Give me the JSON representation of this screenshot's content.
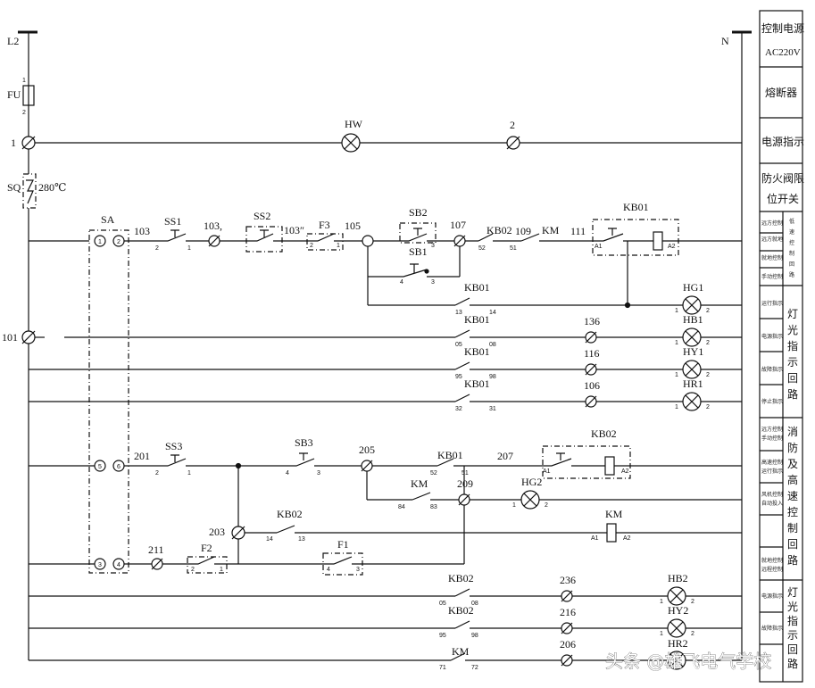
{
  "lines": {
    "left": "L2",
    "right": "N"
  },
  "fuse": {
    "name": "FU",
    "pin_top": "1",
    "pin_bottom": "2"
  },
  "nodes": {
    "n1": "1",
    "n2": "2",
    "n101": "101"
  },
  "indicator_hw": "HW",
  "sq": {
    "name": "SQ",
    "temp": "280℃"
  },
  "row1": {
    "sa": "SA",
    "w103": "103",
    "ss1": "SS1",
    "ss1_p2": "2",
    "ss1_p1": "1",
    "w103a": "103,",
    "ss2": "SS2",
    "w103b": "103″",
    "f3": "F3",
    "f3_p2": "2",
    "f3_p1": "1",
    "w105": "105",
    "sb2": "SB2",
    "sb2_p3": "3",
    "w107": "107",
    "kb02": "KB02",
    "kb02_p52": "52",
    "kb02_p51": "51",
    "w109": "109",
    "km": "KM",
    "w111": "111",
    "kb01": "KB01",
    "a1": "A1",
    "a2": "A2"
  },
  "sb1": {
    "name": "SB1",
    "p4": "4",
    "p3": "3"
  },
  "sa_pins": [
    "1",
    "2",
    "5",
    "6",
    "3",
    "4"
  ],
  "lamps": [
    {
      "name": "HG1",
      "contact": "KB01",
      "c1": "13",
      "c2": "14",
      "wire": ""
    },
    {
      "name": "HB1",
      "contact": "KB01",
      "c1": "05",
      "c2": "08",
      "wire": "136"
    },
    {
      "name": "HY1",
      "contact": "KB01",
      "c1": "95",
      "c2": "98",
      "wire": "116"
    },
    {
      "name": "HR1",
      "contact": "KB01",
      "c1": "32",
      "c2": "31",
      "wire": "106"
    }
  ],
  "lamp_pins": {
    "p1": "1",
    "p2": "2"
  },
  "row2": {
    "w201": "201",
    "ss3": "SS3",
    "ss3_p2": "2",
    "ss3_p1": "1",
    "sb3": "SB3",
    "sb3_p4": "4",
    "sb3_p3": "3",
    "w205": "205",
    "kb01": "KB01",
    "kb01_p52": "52",
    "kb01_p51": "51",
    "w207": "207",
    "kb02": "KB02",
    "a1": "A1",
    "a2": "A2"
  },
  "row_hg2": {
    "km": "KM",
    "p84": "84",
    "p83": "83",
    "w209": "209",
    "lamp": "HG2",
    "p1": "1",
    "p2": "2"
  },
  "row_km": {
    "w203": "203",
    "kb02": "KB02",
    "p14": "14",
    "p13": "13",
    "coil": "KM",
    "a1": "A1",
    "a2": "A2"
  },
  "row_f": {
    "w211": "211",
    "f2": "F2",
    "f2_p2": "2",
    "f2_p1": "1",
    "f1": "F1",
    "f1_p4": "4",
    "f1_p3": "3"
  },
  "lamps2": [
    {
      "name": "HB2",
      "contact": "KB02",
      "c1": "05",
      "c2": "08",
      "wire": "236"
    },
    {
      "name": "HY2",
      "contact": "KB02",
      "c1": "95",
      "c2": "98",
      "wire": "216"
    },
    {
      "name": "HR2",
      "contact": "KM",
      "c1": "71",
      "c2": "72",
      "wire": "206"
    }
  ],
  "sidebar": {
    "s1a": "控制电源",
    "s1b": "AC220V",
    "s2": "熔断器",
    "s3": "电源指示",
    "s4a": "防火阀限",
    "s4b": "位开关",
    "g1_small": [
      "远方控制",
      "远方就地",
      "就地控制",
      "手动控制"
    ],
    "g1_label": [
      "低",
      "速",
      "控",
      "制",
      "回",
      "路"
    ],
    "g2_small": [
      "运行指示",
      "电源指示",
      "故障指示",
      "停止指示"
    ],
    "g2_label": [
      "灯",
      "光",
      "指",
      "示",
      "回",
      "路"
    ],
    "g3_small": [
      "远方控制",
      "手动控制",
      "高速控制",
      "运行指示",
      "风机控制",
      "自动投入",
      "就地控制",
      "远程控制"
    ],
    "g3_label": [
      "消",
      "防",
      "及",
      "高",
      "速",
      "控",
      "制",
      "回",
      "路"
    ],
    "g4_small": [
      "电源指示",
      "故障指示"
    ],
    "g4_label": [
      "灯",
      "光",
      "指",
      "示",
      "回",
      "路"
    ]
  },
  "watermark": "头条 @雄飞电气学校"
}
